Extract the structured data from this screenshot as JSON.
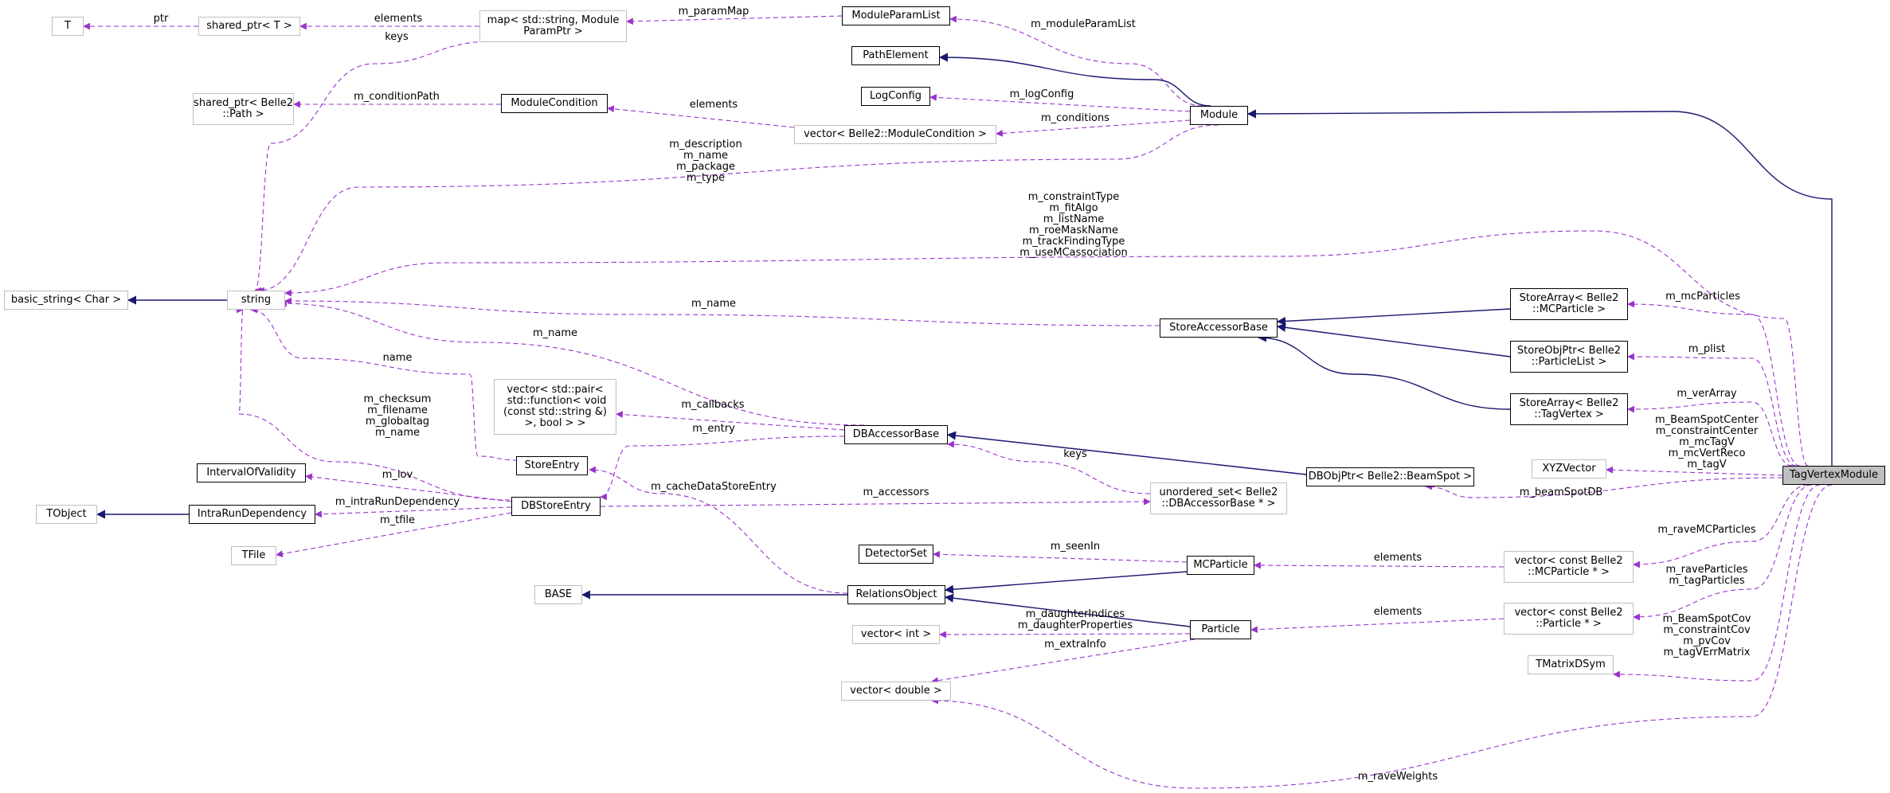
{
  "diagram": {
    "title": "",
    "colors": {
      "inherit": "#191970",
      "use": "#9a32cd",
      "box": "#000000",
      "grayBox": "#bfbfbf",
      "highlight": "#bfbfbf"
    },
    "nodes": [
      {
        "id": "T",
        "label": "T",
        "style": "gray"
      },
      {
        "id": "sptrT",
        "label": "shared_ptr< T >",
        "style": "gray"
      },
      {
        "id": "map",
        "label": "map< std::string, Module\nParamPtr >",
        "style": "gray"
      },
      {
        "id": "ModuleParamList",
        "label": "ModuleParamList",
        "style": "solid"
      },
      {
        "id": "PathElement",
        "label": "PathElement",
        "style": "solid"
      },
      {
        "id": "LogConfig",
        "label": "LogConfig",
        "style": "solid"
      },
      {
        "id": "sptrPath",
        "label": "shared_ptr< Belle2\n::Path >",
        "style": "gray"
      },
      {
        "id": "ModuleCondition",
        "label": "ModuleCondition",
        "style": "solid"
      },
      {
        "id": "vecModCond",
        "label": "vector< Belle2::ModuleCondition >",
        "style": "gray"
      },
      {
        "id": "Module",
        "label": "Module",
        "style": "solid"
      },
      {
        "id": "basic_string",
        "label": "basic_string< Char >",
        "style": "gray"
      },
      {
        "id": "string",
        "label": "string",
        "style": "gray"
      },
      {
        "id": "StoreAccessorBase",
        "label": "StoreAccessorBase",
        "style": "solid"
      },
      {
        "id": "SAmcp",
        "label": "StoreArray< Belle2\n::MCParticle >",
        "style": "solid"
      },
      {
        "id": "SOPpl",
        "label": "StoreObjPtr< Belle2\n::ParticleList >",
        "style": "solid"
      },
      {
        "id": "SAtv",
        "label": "StoreArray< Belle2\n::TagVertex >",
        "style": "solid"
      },
      {
        "id": "vecPair",
        "label": "vector< std::pair<\n std::function< void\n(const std::string &)\n>, bool > >",
        "style": "gray"
      },
      {
        "id": "DBAccessorBase",
        "label": "DBAccessorBase",
        "style": "solid"
      },
      {
        "id": "StoreEntry",
        "label": "StoreEntry",
        "style": "solid"
      },
      {
        "id": "XYZVector",
        "label": "XYZVector",
        "style": "gray"
      },
      {
        "id": "DBObjPtrBS",
        "label": "DBObjPtr< Belle2::BeamSpot >",
        "style": "solid"
      },
      {
        "id": "TagVertexModule",
        "label": "TagVertexModule",
        "style": "highlight"
      },
      {
        "id": "IntervalOfValidity",
        "label": "IntervalOfValidity",
        "style": "solid"
      },
      {
        "id": "TObject",
        "label": "TObject",
        "style": "gray"
      },
      {
        "id": "IntraRunDependency",
        "label": "IntraRunDependency",
        "style": "solid"
      },
      {
        "id": "DBStoreEntry",
        "label": "DBStoreEntry",
        "style": "solid"
      },
      {
        "id": "unorderedSet",
        "label": "unordered_set< Belle2\n::DBAccessorBase * >",
        "style": "gray"
      },
      {
        "id": "TFile",
        "label": "TFile",
        "style": "gray"
      },
      {
        "id": "DetectorSet",
        "label": "DetectorSet",
        "style": "solid"
      },
      {
        "id": "MCParticle",
        "label": "MCParticle",
        "style": "solid"
      },
      {
        "id": "vecMCP",
        "label": "vector< const Belle2\n::MCParticle * >",
        "style": "gray"
      },
      {
        "id": "BASE",
        "label": "BASE",
        "style": "gray"
      },
      {
        "id": "RelationsObject",
        "label": "RelationsObject",
        "style": "solid"
      },
      {
        "id": "vecInt",
        "label": "vector< int >",
        "style": "gray"
      },
      {
        "id": "Particle",
        "label": "Particle",
        "style": "solid"
      },
      {
        "id": "vecP",
        "label": "vector< const Belle2\n::Particle * >",
        "style": "gray"
      },
      {
        "id": "TMatrixDSym",
        "label": "TMatrixDSym",
        "style": "gray"
      },
      {
        "id": "vecDouble",
        "label": "vector< double >",
        "style": "gray"
      }
    ],
    "edges": [
      {
        "from": "sptrT",
        "to": "T",
        "kind": "use",
        "label": "ptr"
      },
      {
        "from": "map",
        "to": "sptrT",
        "kind": "use",
        "label": "elements"
      },
      {
        "from": "map",
        "to": "string",
        "kind": "use",
        "label": "keys"
      },
      {
        "from": "ModuleParamList",
        "to": "map",
        "kind": "use",
        "label": "m_paramMap"
      },
      {
        "from": "Module",
        "to": "ModuleParamList",
        "kind": "use",
        "label": "m_moduleParamList"
      },
      {
        "from": "Module",
        "to": "PathElement",
        "kind": "inherit",
        "label": ""
      },
      {
        "from": "Module",
        "to": "LogConfig",
        "kind": "use",
        "label": "m_logConfig"
      },
      {
        "from": "Module",
        "to": "vecModCond",
        "kind": "use",
        "label": "m_conditions"
      },
      {
        "from": "ModuleCondition",
        "to": "sptrPath",
        "kind": "use",
        "label": "m_conditionPath"
      },
      {
        "from": "vecModCond",
        "to": "ModuleCondition",
        "kind": "use",
        "label": "elements"
      },
      {
        "from": "Module",
        "to": "string",
        "kind": "use",
        "label": "m_description\nm_name\nm_package\nm_type"
      },
      {
        "from": "TagVertexModule",
        "to": "Module",
        "kind": "inherit",
        "label": ""
      },
      {
        "from": "TagVertexModule",
        "to": "string",
        "kind": "use",
        "label": "m_constraintType\nm_fitAlgo\nm_listName\nm_roeMaskName\nm_trackFindingType\nm_useMCassociation"
      },
      {
        "from": "string",
        "to": "basic_string",
        "kind": "inherit",
        "label": ""
      },
      {
        "from": "StoreAccessorBase",
        "to": "string",
        "kind": "use",
        "label": "m_name"
      },
      {
        "from": "DBAccessorBase",
        "to": "string",
        "kind": "use",
        "label": "m_name"
      },
      {
        "from": "StoreEntry",
        "to": "string",
        "kind": "use",
        "label": "name"
      },
      {
        "from": "DBStoreEntry",
        "to": "string",
        "kind": "use",
        "label": "m_checksum\nm_filename\nm_globaltag\nm_name"
      },
      {
        "from": "SAmcp",
        "to": "StoreAccessorBase",
        "kind": "inherit",
        "label": ""
      },
      {
        "from": "SOPpl",
        "to": "StoreAccessorBase",
        "kind": "inherit",
        "label": ""
      },
      {
        "from": "SAtv",
        "to": "StoreAccessorBase",
        "kind": "inherit",
        "label": ""
      },
      {
        "from": "TagVertexModule",
        "to": "SAmcp",
        "kind": "use",
        "label": "m_mcParticles"
      },
      {
        "from": "TagVertexModule",
        "to": "SOPpl",
        "kind": "use",
        "label": "m_plist"
      },
      {
        "from": "TagVertexModule",
        "to": "SAtv",
        "kind": "use",
        "label": "m_verArray"
      },
      {
        "from": "DBAccessorBase",
        "to": "vecPair",
        "kind": "use",
        "label": "m_callbacks"
      },
      {
        "from": "DBAccessorBase",
        "to": "DBStoreEntry",
        "kind": "use",
        "label": "m_entry"
      },
      {
        "from": "DBObjPtrBS",
        "to": "DBAccessorBase",
        "kind": "inherit",
        "label": ""
      },
      {
        "from": "unorderedSet",
        "to": "DBAccessorBase",
        "kind": "use",
        "label": "keys"
      },
      {
        "from": "TagVertexModule",
        "to": "XYZVector",
        "kind": "use",
        "label": "m_BeamSpotCenter\nm_constraintCenter\nm_mcTagV\nm_mcVertReco\nm_tagV"
      },
      {
        "from": "TagVertexModule",
        "to": "DBObjPtrBS",
        "kind": "use",
        "label": "m_beamSpotDB"
      },
      {
        "from": "DBStoreEntry",
        "to": "IntervalOfValidity",
        "kind": "use",
        "label": "m_iov"
      },
      {
        "from": "DBStoreEntry",
        "to": "IntraRunDependency",
        "kind": "use",
        "label": "m_intraRunDependency"
      },
      {
        "from": "IntraRunDependency",
        "to": "TObject",
        "kind": "inherit",
        "label": ""
      },
      {
        "from": "DBStoreEntry",
        "to": "TFile",
        "kind": "use",
        "label": "m_tfile"
      },
      {
        "from": "DBStoreEntry",
        "to": "unorderedSet",
        "kind": "use",
        "label": "m_accessors"
      },
      {
        "from": "RelationsObject",
        "to": "StoreEntry",
        "kind": "use",
        "label": "m_cacheDataStoreEntry"
      },
      {
        "from": "RelationsObject",
        "to": "BASE",
        "kind": "inherit",
        "label": ""
      },
      {
        "from": "MCParticle",
        "to": "DetectorSet",
        "kind": "use",
        "label": "m_seenIn"
      },
      {
        "from": "MCParticle",
        "to": "RelationsObject",
        "kind": "inherit",
        "label": ""
      },
      {
        "from": "Particle",
        "to": "RelationsObject",
        "kind": "inherit",
        "label": ""
      },
      {
        "from": "vecMCP",
        "to": "MCParticle",
        "kind": "use",
        "label": "elements"
      },
      {
        "from": "vecP",
        "to": "Particle",
        "kind": "use",
        "label": "elements"
      },
      {
        "from": "Particle",
        "to": "vecInt",
        "kind": "use",
        "label": "m_daughterIndices\nm_daughterProperties"
      },
      {
        "from": "Particle",
        "to": "vecDouble",
        "kind": "use",
        "label": "m_extraInfo"
      },
      {
        "from": "TagVertexModule",
        "to": "vecMCP",
        "kind": "use",
        "label": "m_raveMCParticles"
      },
      {
        "from": "TagVertexModule",
        "to": "vecP",
        "kind": "use",
        "label": "m_raveParticles\nm_tagParticles"
      },
      {
        "from": "TagVertexModule",
        "to": "TMatrixDSym",
        "kind": "use",
        "label": "m_BeamSpotCov\nm_constraintCov\nm_pvCov\nm_tagVErrMatrix"
      },
      {
        "from": "TagVertexModule",
        "to": "vecDouble",
        "kind": "use",
        "label": "m_raveWeights"
      }
    ]
  }
}
